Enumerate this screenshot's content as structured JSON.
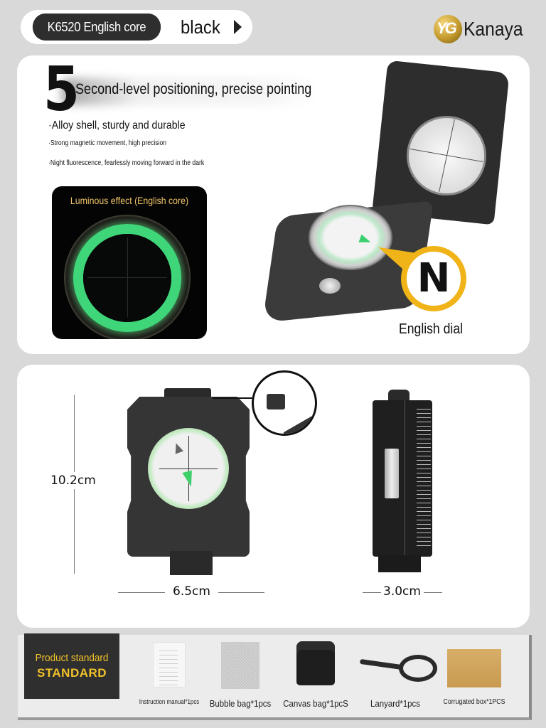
{
  "header": {
    "variant_label": "K6520 English core",
    "color_label": "black",
    "brand_name": "Kanaya",
    "brand_logo_text": "YG"
  },
  "feature": {
    "number": "5",
    "headline": "Second-level positioning, precise pointing",
    "bullets": [
      "·Alloy shell, sturdy and durable",
      "·Strong magnetic movement, high precision",
      "·Night fluorescence, fearlessly moving forward in the dark"
    ],
    "luminous_title": "Luminous effect (English core)",
    "dial_letter": "N",
    "dial_caption": "English dial"
  },
  "dimensions": {
    "height": "10.2cm",
    "width": "6.5cm",
    "depth": "3.0cm"
  },
  "package": {
    "standard_title": "Product standard",
    "standard_subtitle": "STANDARD",
    "items": [
      {
        "label": "Instruction manual*1pcs"
      },
      {
        "label": "Bubble bag*1pcs"
      },
      {
        "label": "Canvas bag*1pcS"
      },
      {
        "label": "Lanyard*1pcs"
      },
      {
        "label": "Corrugated box*1PCS"
      }
    ]
  },
  "colors": {
    "background": "#d9d9d9",
    "accent_gold": "#f2c22a",
    "callout_yellow": "#f0b418",
    "luminous_green": "#3fd67a",
    "dark_panel": "#2f2f2f"
  }
}
